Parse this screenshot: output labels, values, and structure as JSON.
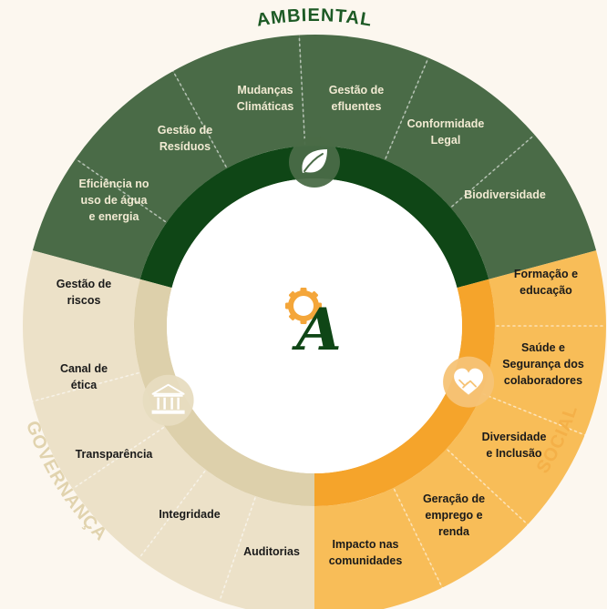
{
  "colors": {
    "background": "#fcf7ef",
    "ambiental_outer": "#4a6b47",
    "ambiental_ring": "#0f4616",
    "ambiental_title": "#1d5a25",
    "ambiental_text": "#f1ead2",
    "social_outer": "#f8bd58",
    "social_ring": "#f5a42b",
    "social_title": "#f4b048",
    "social_text": "#1a1a1a",
    "governanca_outer": "#ece1c8",
    "governanca_ring": "#ddd0ab",
    "governanca_title": "#e1d3ae",
    "governanca_text": "#1a1a1a",
    "logo_gear": "#f4a63a",
    "logo_letter": "#0f4616"
  },
  "center_logo": {
    "letter": "A",
    "gear_icon": "gear-icon"
  },
  "pillars": [
    {
      "id": "ambiental",
      "title": "AMBIENTAL",
      "icon": "leaf-icon",
      "segments": [
        [
          "Eficiência no",
          "uso de água",
          "e energia"
        ],
        [
          "Gestão de",
          "Resíduos"
        ],
        [
          "Mudanças",
          "Climáticas"
        ],
        [
          "Gestão de",
          "efluentes"
        ],
        [
          "Conformidade",
          "Legal"
        ],
        [
          "Biodiversidade"
        ]
      ]
    },
    {
      "id": "social",
      "title": "SOCIAL",
      "icon": "handshake-heart-icon",
      "segments": [
        [
          "Formação e",
          "educação"
        ],
        [
          "Saúde e",
          "Segurança dos",
          "colaboradores"
        ],
        [
          "Diversidade",
          "e Inclusão"
        ],
        [
          "Geração de",
          "emprego e",
          "renda"
        ],
        [
          "Impacto nas",
          "comunidades"
        ]
      ]
    },
    {
      "id": "governanca",
      "title": "GOVERNANÇA",
      "icon": "institution-icon",
      "segments": [
        [
          "Auditorias"
        ],
        [
          "Integridade"
        ],
        [
          "Transparência"
        ],
        [
          "Canal de",
          "ética"
        ],
        [
          "Gestão de",
          "riscos"
        ]
      ]
    }
  ]
}
